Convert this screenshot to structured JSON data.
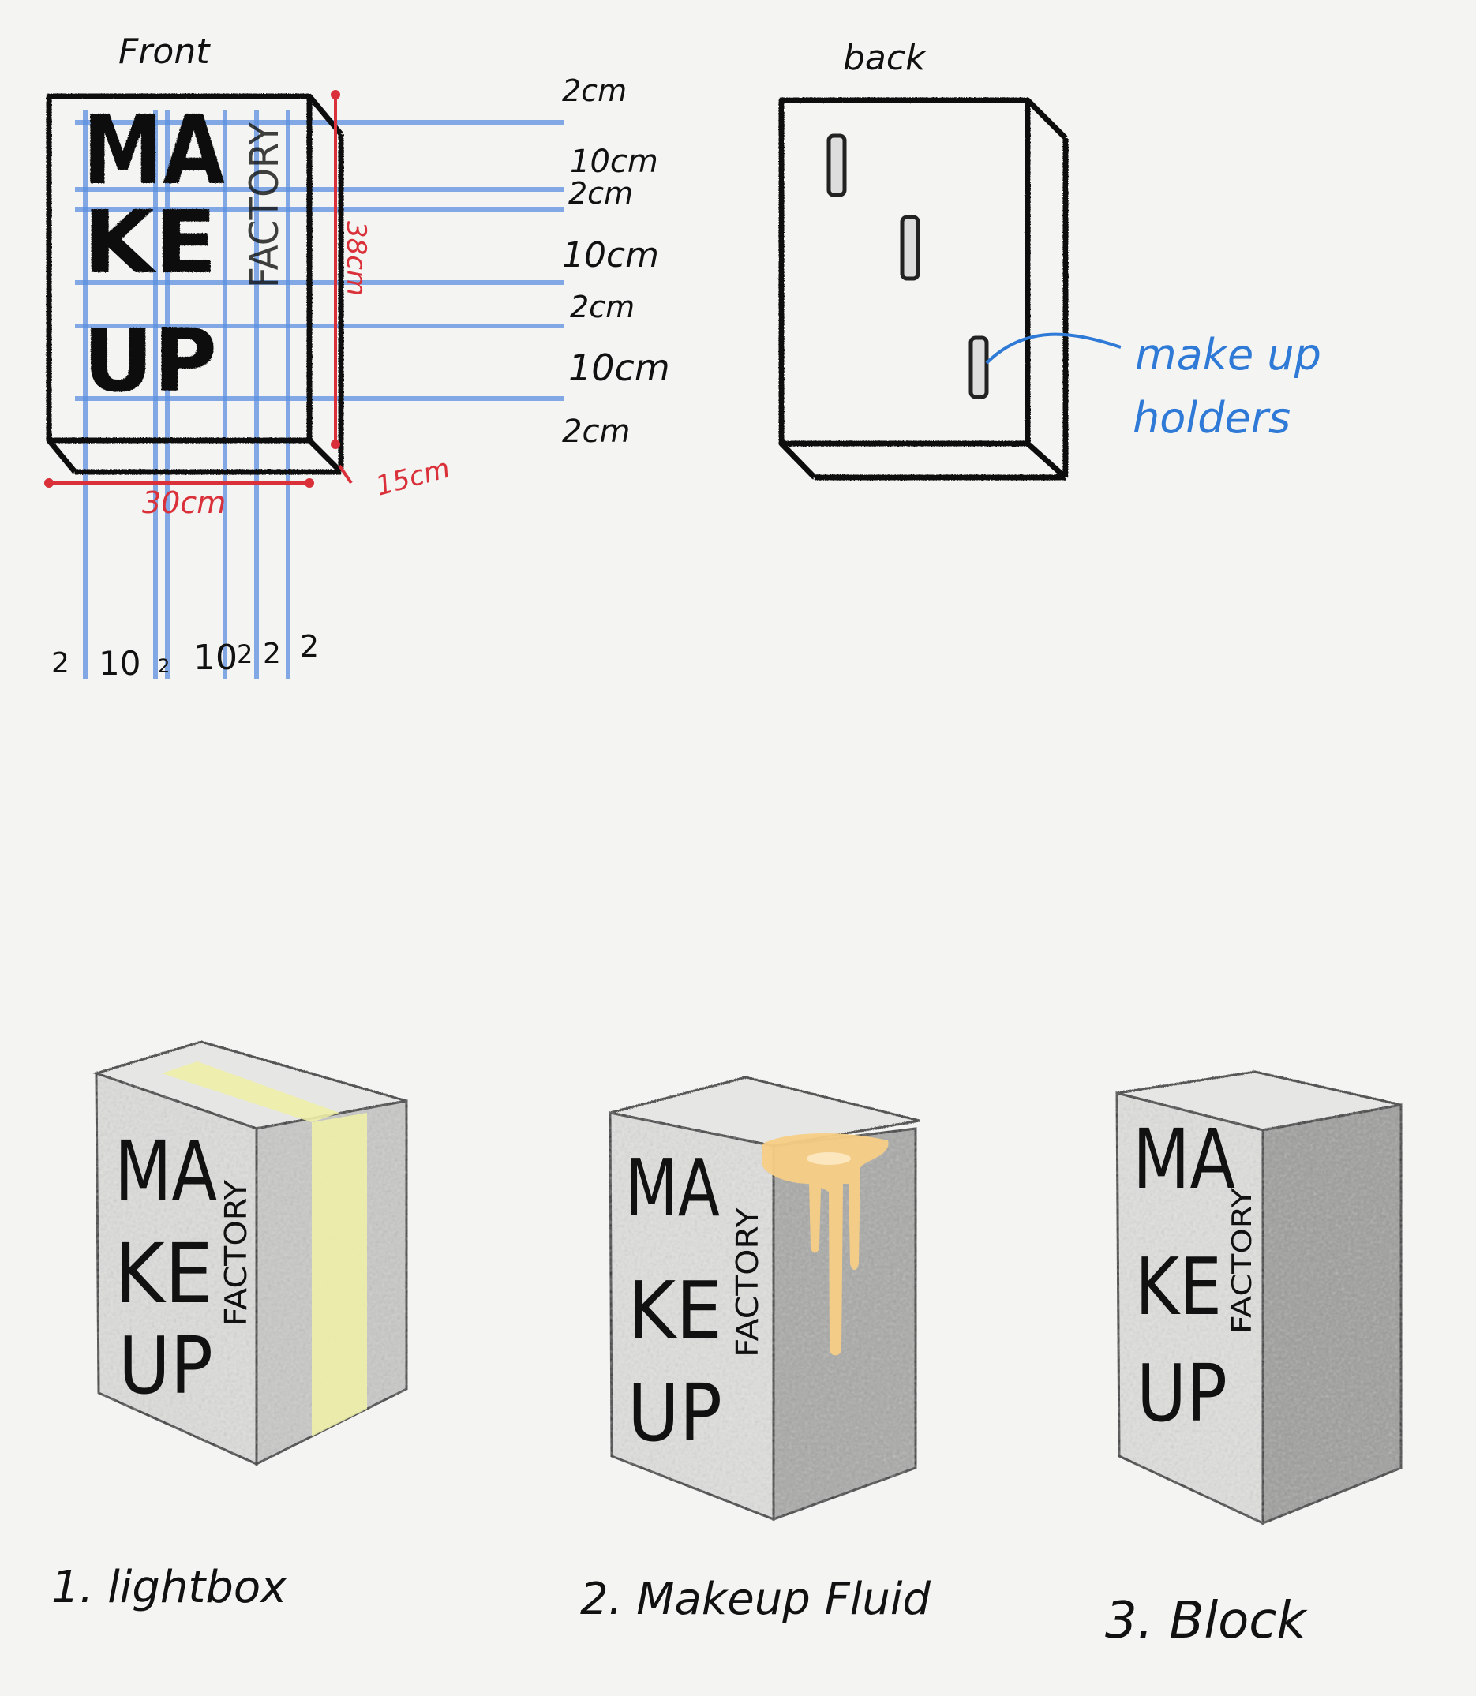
{
  "front": {
    "label": "Front",
    "letters": [
      "MA",
      "KE",
      "UP"
    ],
    "side_word": "FACTORY",
    "row_labels": [
      "2cm",
      "10cm",
      "2cm",
      "10cm",
      "2cm",
      "10cm",
      "2cm"
    ],
    "column_labels": [
      "2",
      "10",
      "2",
      "10",
      "2",
      "2",
      "2"
    ],
    "width_label": "30cm",
    "height_label": "38cm",
    "depth_label": "15cm"
  },
  "back": {
    "label": "back",
    "annotation_line1": "make up",
    "annotation_line2": "holders"
  },
  "concepts": [
    {
      "caption": "1. lightbox",
      "letters": [
        "MA",
        "KE",
        "UP"
      ],
      "side_word": "FACTORY"
    },
    {
      "caption": "2. Makeup Fluid",
      "letters": [
        "MA",
        "KE",
        "UP"
      ],
      "side_word": "FACTORY"
    },
    {
      "caption": "3. Block",
      "letters": [
        "MA",
        "KE",
        "UP"
      ],
      "side_word": "FACTORY"
    }
  ],
  "colors": {
    "ink": "#111111",
    "guide_blue": "#5b8fe0",
    "dimension_red": "#d9303a",
    "annotation_blue": "#2f7ad6",
    "light_yellow": "#eef0a8",
    "fluid_orange": "#f7cf86"
  }
}
